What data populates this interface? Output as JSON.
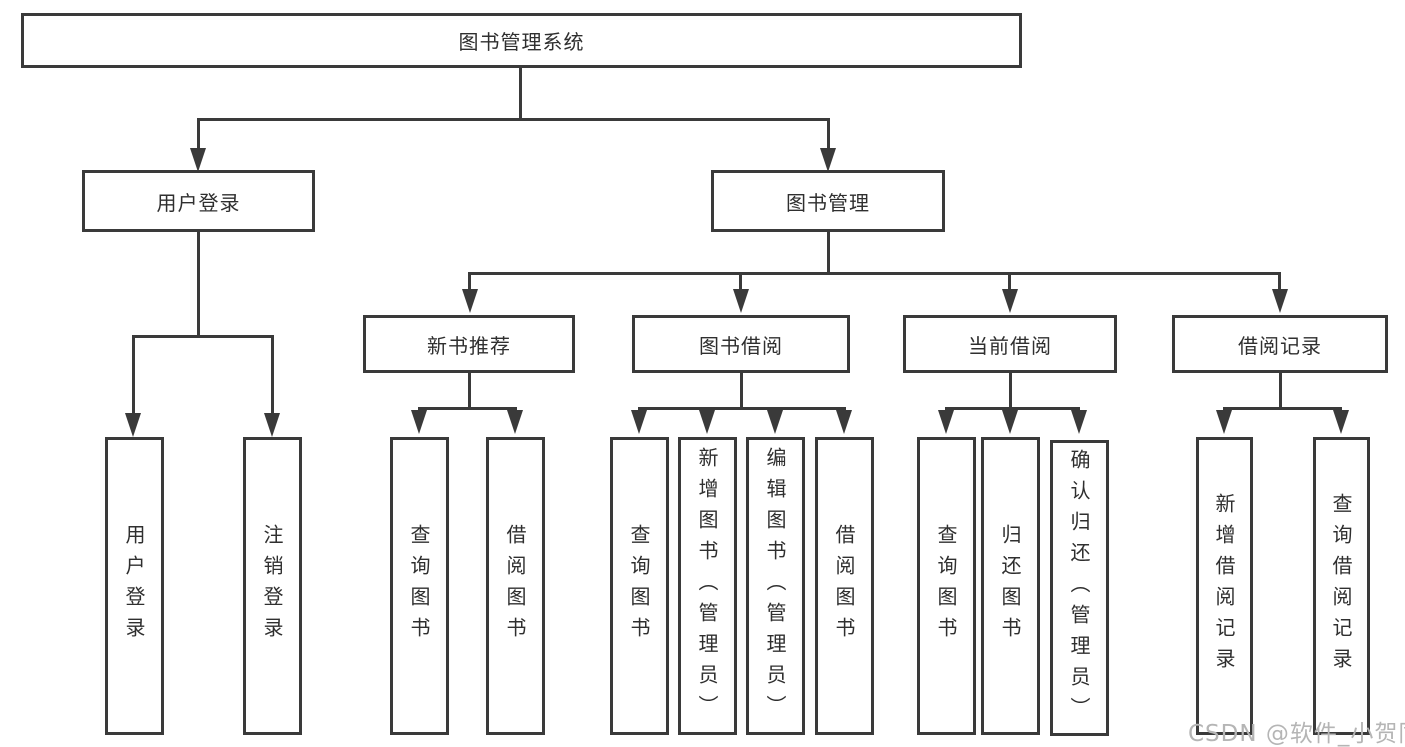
{
  "tree": {
    "label": "图书管理系统",
    "children": [
      {
        "label": "用户登录",
        "children": [
          {
            "label": "用户登录"
          },
          {
            "label": "注销登录"
          }
        ]
      },
      {
        "label": "图书管理",
        "children": [
          {
            "label": "新书推荐",
            "children": [
              {
                "label": "查询图书"
              },
              {
                "label": "借阅图书"
              }
            ]
          },
          {
            "label": "图书借阅",
            "children": [
              {
                "label": "查询图书"
              },
              {
                "label": "新增图书（管理员）"
              },
              {
                "label": "编辑图书（管理员）"
              },
              {
                "label": "借阅图书"
              }
            ]
          },
          {
            "label": "当前借阅",
            "children": [
              {
                "label": "查询图书"
              },
              {
                "label": "归还图书"
              },
              {
                "label": "确认归还（管理员）"
              }
            ]
          },
          {
            "label": "借阅记录",
            "children": [
              {
                "label": "新增借阅记录"
              },
              {
                "label": "查询借阅记录"
              }
            ]
          }
        ]
      }
    ]
  },
  "watermark": {
    "text": "CSDN @软件_小贺同学"
  },
  "colors": {
    "line": "#3a3a3a",
    "text": "#2f2f2f",
    "watermark": "#b5b5b5",
    "background": "#ffffff"
  }
}
